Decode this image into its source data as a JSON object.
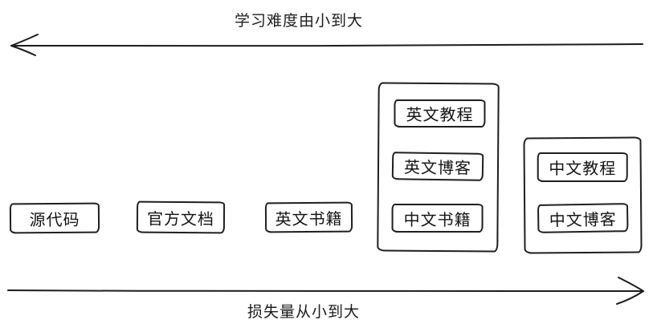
{
  "axes": {
    "top": {
      "label": "学习难度由小到大",
      "direction": "left"
    },
    "bottom": {
      "label": "损失量从小到大",
      "direction": "right"
    }
  },
  "nodes": {
    "source_code": "源代码",
    "official_docs": "官方文档",
    "english_books": "英文书籍",
    "english_tutorials": "英文教程",
    "english_blogs": "英文博客",
    "chinese_books": "中文书籍",
    "chinese_tutorials": "中文教程",
    "chinese_blogs": "中文博客"
  },
  "colors": {
    "ink": "#1c1c1c",
    "background": "#ffffff"
  }
}
